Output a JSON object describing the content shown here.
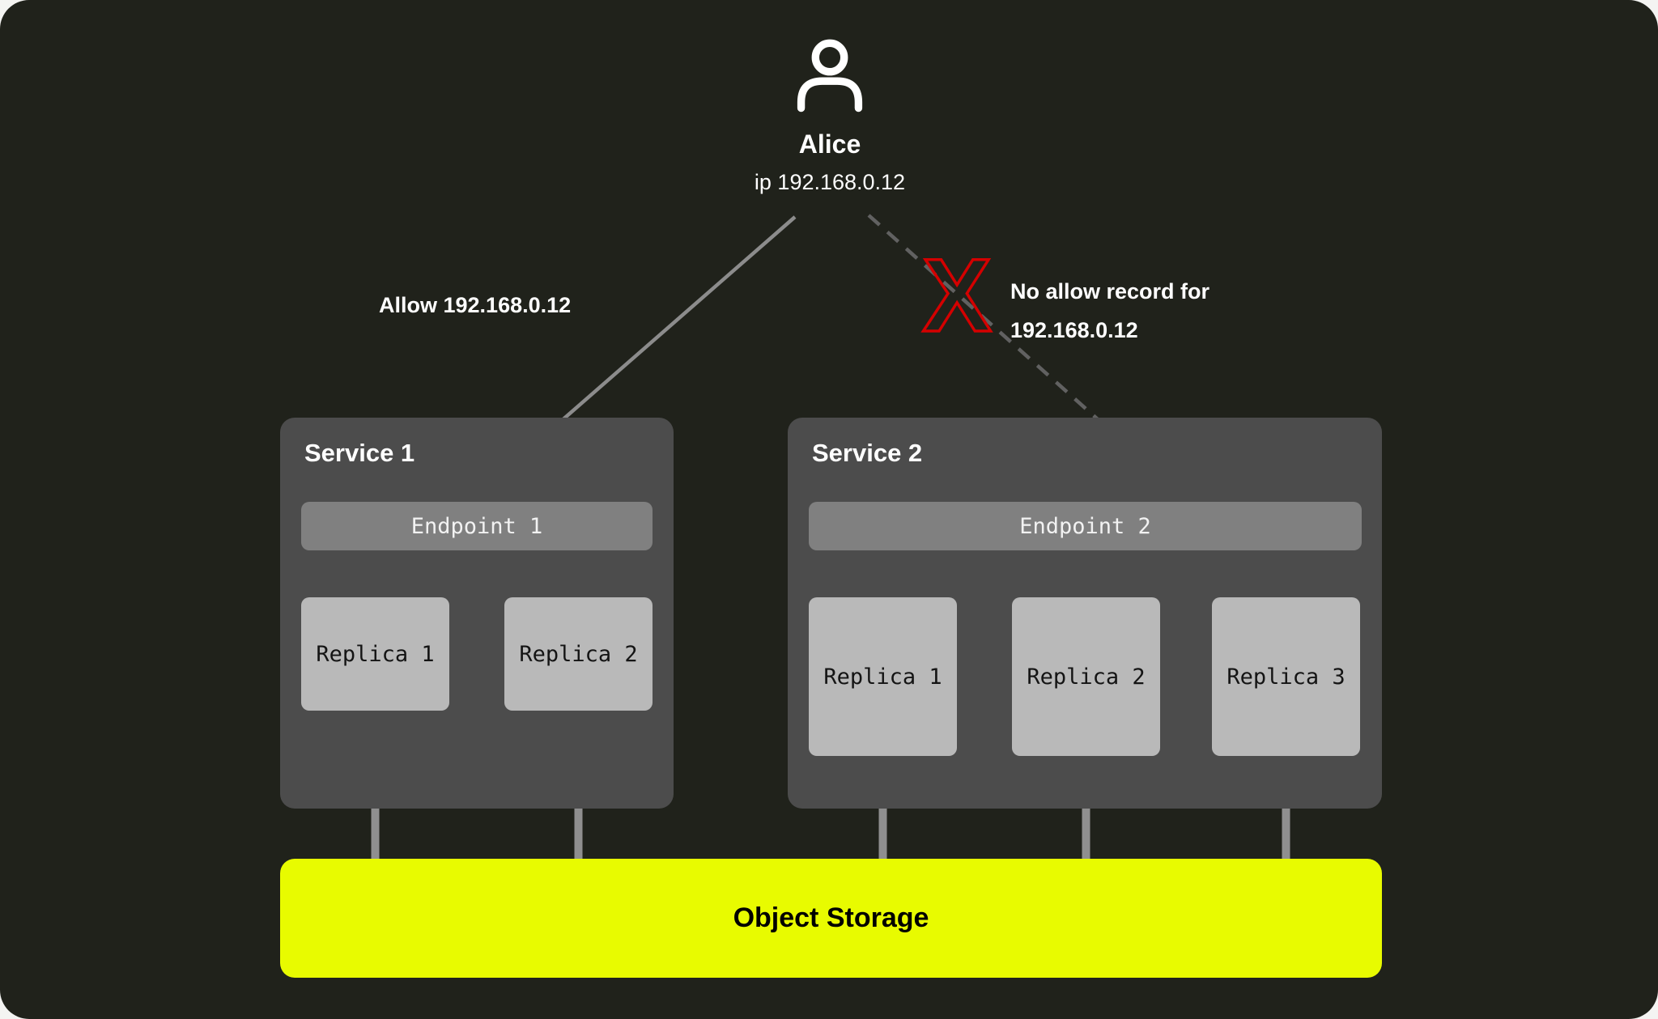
{
  "user": {
    "name": "Alice",
    "ip": "ip 192.168.0.12"
  },
  "edges": {
    "allow": {
      "label": "Allow 192.168.0.12"
    },
    "deny": {
      "line1": "No allow record for",
      "line2": "192.168.0.12",
      "icon": "X"
    }
  },
  "services": [
    {
      "title": "Service 1",
      "endpoint": "Endpoint 1",
      "replicas": [
        "Replica 1",
        "Replica 2"
      ]
    },
    {
      "title": "Service 2",
      "endpoint": "Endpoint 2",
      "replicas": [
        "Replica 1",
        "Replica 2",
        "Replica 3"
      ]
    }
  ],
  "storage": {
    "label": "Object Storage"
  },
  "colors": {
    "page_bg": "#f4f4f2",
    "panel_bg": "#20221b",
    "service_box": "#4c4c4c",
    "endpoint_bar": "#808080",
    "replica_box": "#b9b9b9",
    "storage_bg": "#e8fb00",
    "text_light": "#ffffff",
    "text_dark": "#141414",
    "connector": "#8f8f8f",
    "solid_arrow": "#8c8c8c",
    "dashed_arrow": "#616161",
    "deny_x": "#d40000"
  }
}
